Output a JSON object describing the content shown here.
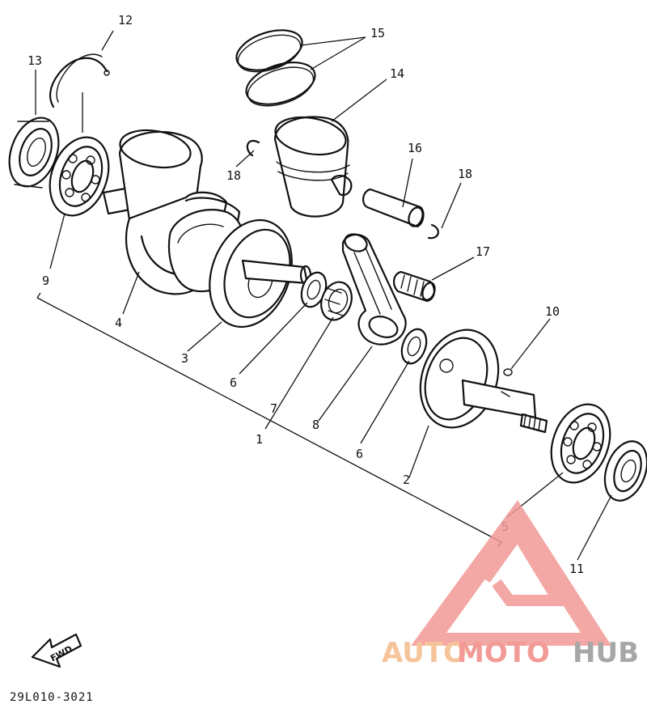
{
  "callouts": [
    {
      "id": "12",
      "text": "12"
    },
    {
      "id": "13",
      "text": "13"
    },
    {
      "id": "15",
      "text": "15"
    },
    {
      "id": "14",
      "text": "14"
    },
    {
      "id": "16",
      "text": "16"
    },
    {
      "id": "18a",
      "text": "18"
    },
    {
      "id": "18b",
      "text": "18"
    },
    {
      "id": "17",
      "text": "17"
    },
    {
      "id": "9",
      "text": "9"
    },
    {
      "id": "4",
      "text": "4"
    },
    {
      "id": "3",
      "text": "3"
    },
    {
      "id": "6a",
      "text": "6"
    },
    {
      "id": "7",
      "text": "7"
    },
    {
      "id": "1",
      "text": "1"
    },
    {
      "id": "8",
      "text": "8"
    },
    {
      "id": "6b",
      "text": "6"
    },
    {
      "id": "2",
      "text": "2"
    },
    {
      "id": "10",
      "text": "10"
    },
    {
      "id": "5",
      "text": "5"
    },
    {
      "id": "11",
      "text": "11"
    }
  ],
  "fwd_label": "FWD",
  "part_code": "29L010-3021",
  "watermark": {
    "part1": "AUTO",
    "part2": "MOTO",
    "part3": "HUB",
    "colors": {
      "orange": "#f5c49a",
      "red": "#f29a96",
      "gray": "#a7a7a7"
    }
  },
  "icons": [
    "fwd-arrow-icon",
    "automotohub-logo-icon"
  ]
}
